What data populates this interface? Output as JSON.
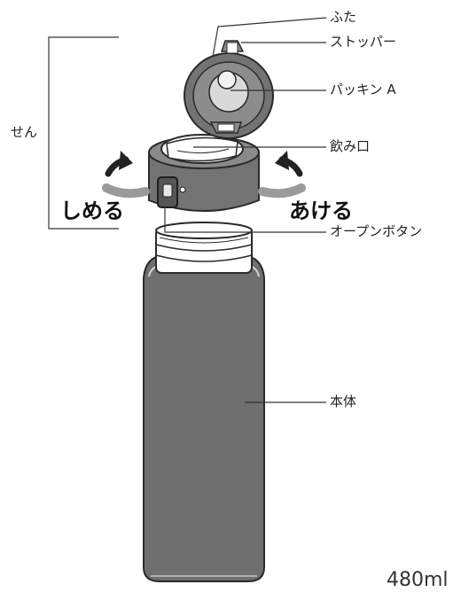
{
  "labels": {
    "futa": "ふた",
    "stopper": "ストッパー",
    "packing": "パッキン A",
    "nomikuchi": "飲み口",
    "open_button": "オープンボタン",
    "hontai": "本体",
    "sen": "せん",
    "close": "しめる",
    "open": "あける",
    "capacity": "480ml"
  },
  "colors": {
    "body": "#6f6f6f",
    "lid": "#737373",
    "line": "#333333",
    "packing": "#d9d9d9",
    "arrow_gray": "#9a9a9a"
  }
}
